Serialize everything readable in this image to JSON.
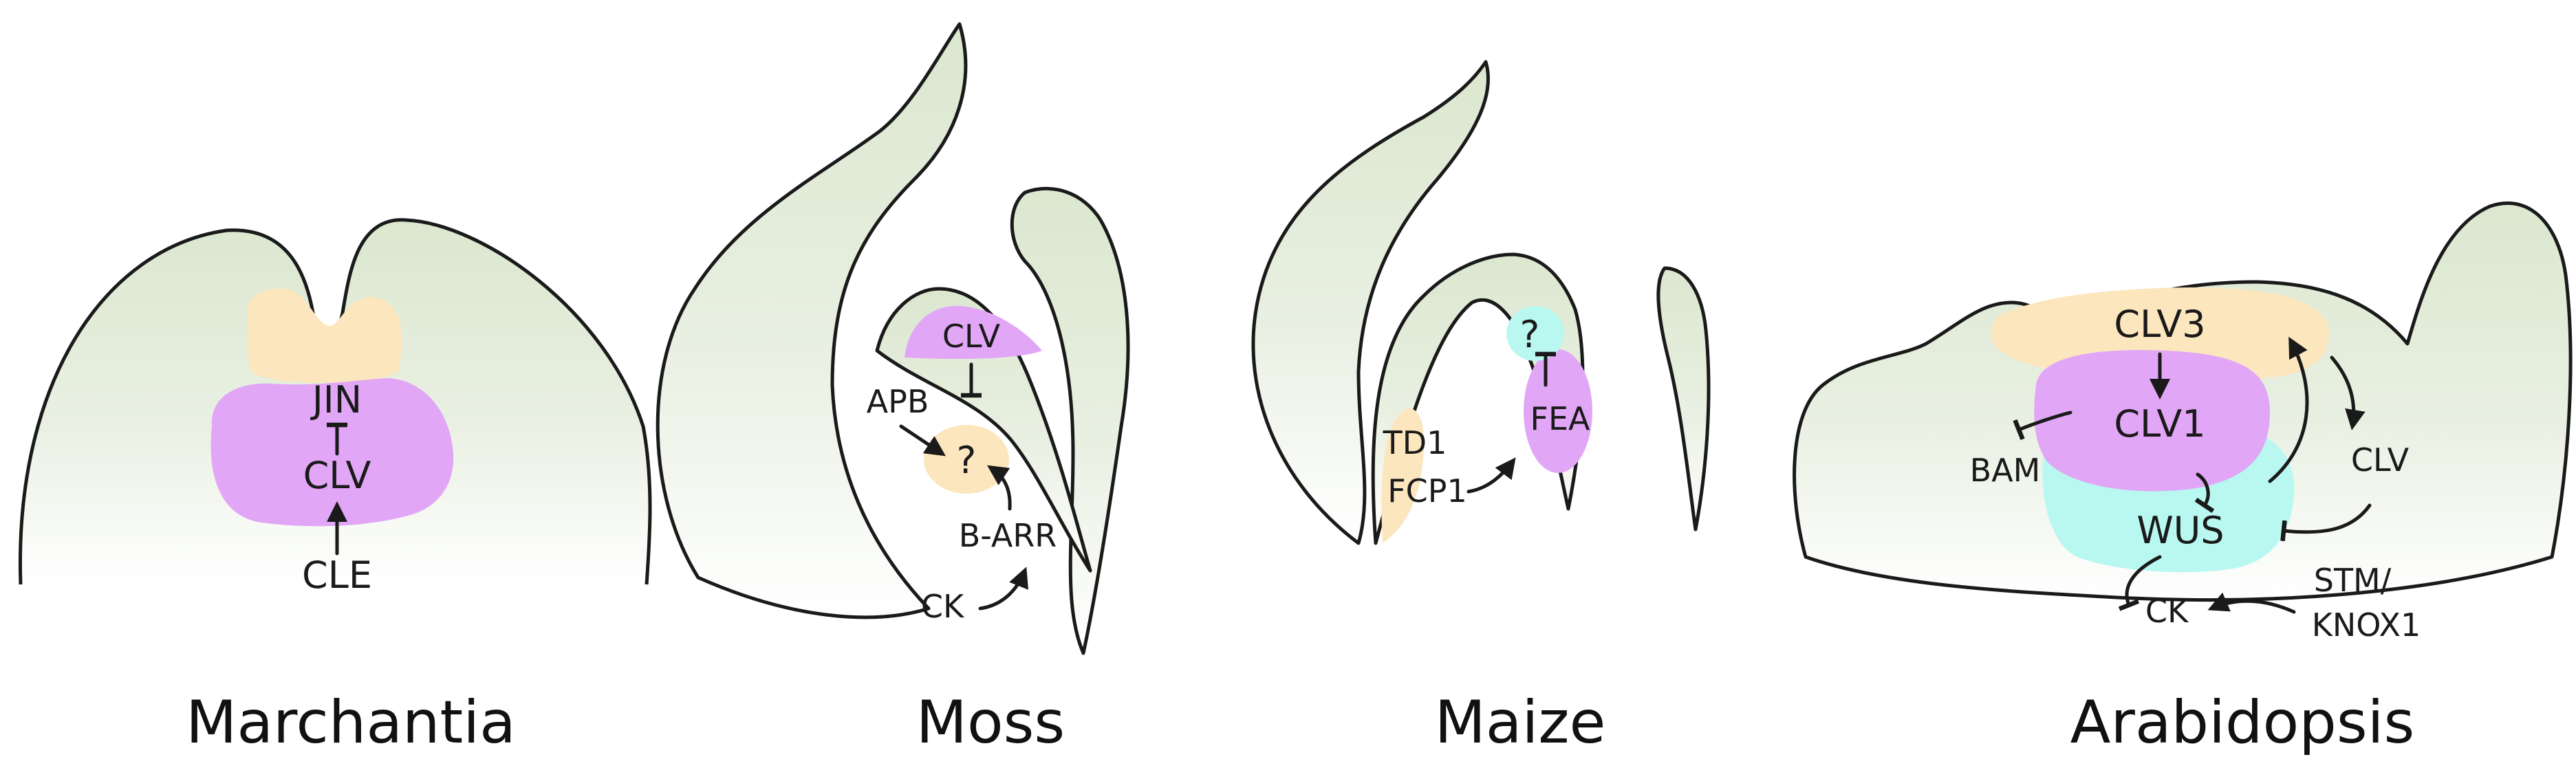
{
  "colors": {
    "tissue_top": "#dbe7cf",
    "tissue_bottom": "#ffffff",
    "purple": "#e2a6f6",
    "yellow": "#fce6be",
    "cyan": "#b8f8f0",
    "line": "#1a1a1a"
  },
  "panels": {
    "marchantia": {
      "title": "Marchantia",
      "labels": {
        "jin": "JIN",
        "clv": "CLV",
        "cle": "CLE"
      }
    },
    "moss": {
      "title": "Moss",
      "labels": {
        "clv": "CLV",
        "apb": "APB",
        "unknown": "?",
        "barr": "B-ARR",
        "ck": "CK"
      }
    },
    "maize": {
      "title": "Maize",
      "labels": {
        "unknown": "?",
        "fea": "FEA",
        "td1": "TD1",
        "fcp1": "FCP1"
      }
    },
    "arabidopsis": {
      "title": "Arabidopsis",
      "labels": {
        "clv3": "CLV3",
        "clv1": "CLV1",
        "bam": "BAM",
        "clv": "CLV",
        "wus": "WUS",
        "stm_line1": "STM/",
        "stm_line2": "KNOX1",
        "ck": "CK"
      }
    }
  }
}
